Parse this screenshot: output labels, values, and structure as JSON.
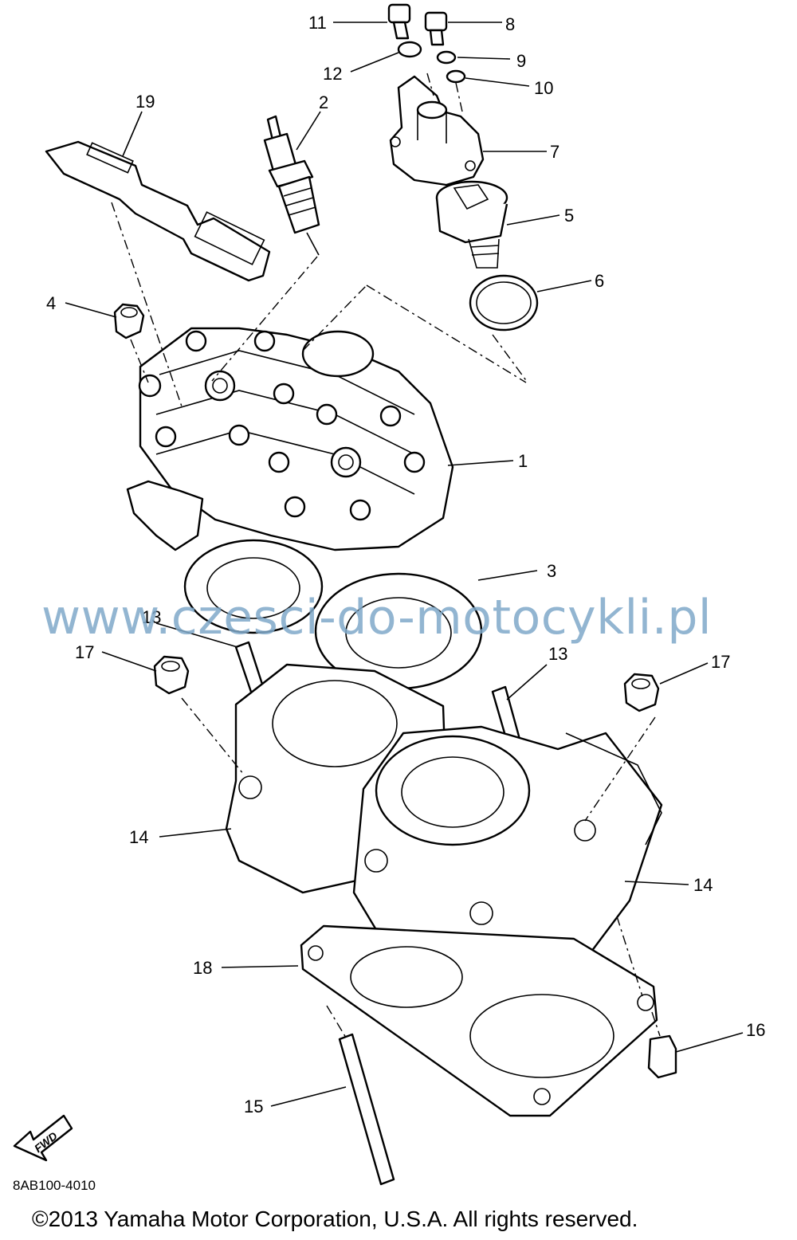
{
  "watermark": "www.czesci-do-motocykli.pl",
  "catalog_number": "8AB100-4010",
  "copyright": "©2013 Yamaha Motor Corporation, U.S.A. All rights reserved.",
  "fwd_label": "FWD",
  "callouts": {
    "c1": "1",
    "c2": "2",
    "c3": "3",
    "c4": "4",
    "c5": "5",
    "c6": "6",
    "c7": "7",
    "c8": "8",
    "c9": "9",
    "c10": "10",
    "c11": "11",
    "c12": "12",
    "c13a": "13",
    "c13b": "13",
    "c14a": "14",
    "c14b": "14",
    "c15": "15",
    "c16": "16",
    "c17a": "17",
    "c17b": "17",
    "c18": "18",
    "c19": "19"
  }
}
